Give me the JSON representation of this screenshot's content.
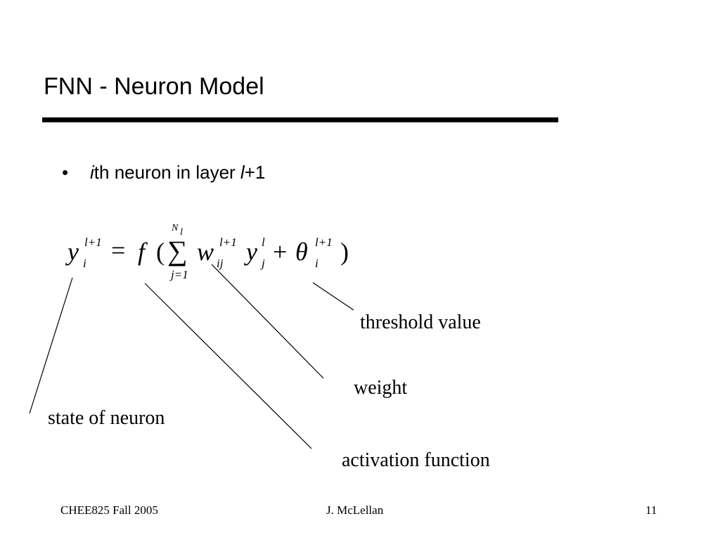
{
  "slide": {
    "title": "FNN - Neuron Model",
    "bullet": {
      "symbol": "•",
      "text_italic_i": "i",
      "text_middle": "th neuron in layer ",
      "text_italic_l": "l",
      "text_end": "+1"
    },
    "equation": {
      "y": "y",
      "y_sup": "l+1",
      "y_sub": "i",
      "equals": "=",
      "f": "f",
      "open_paren": "(",
      "sum": "∑",
      "sum_upper_n": "N",
      "sum_upper_l": "l",
      "sum_lower": "j=1",
      "w": "w",
      "w_sup": "l+1",
      "w_sub": "ij",
      "y2": "y",
      "y2_sup": "l",
      "y2_sub": "j",
      "plus": "+",
      "theta": "θ",
      "theta_sup": "l+1",
      "theta_sub": "i",
      "close_paren": ")"
    },
    "callouts": {
      "threshold": "threshold value",
      "weight": "weight",
      "state": "state of neuron",
      "activation": "activation function"
    },
    "footer": {
      "left": "CHEE825 Fall 2005",
      "center": "J. McLellan",
      "right": "11"
    }
  }
}
